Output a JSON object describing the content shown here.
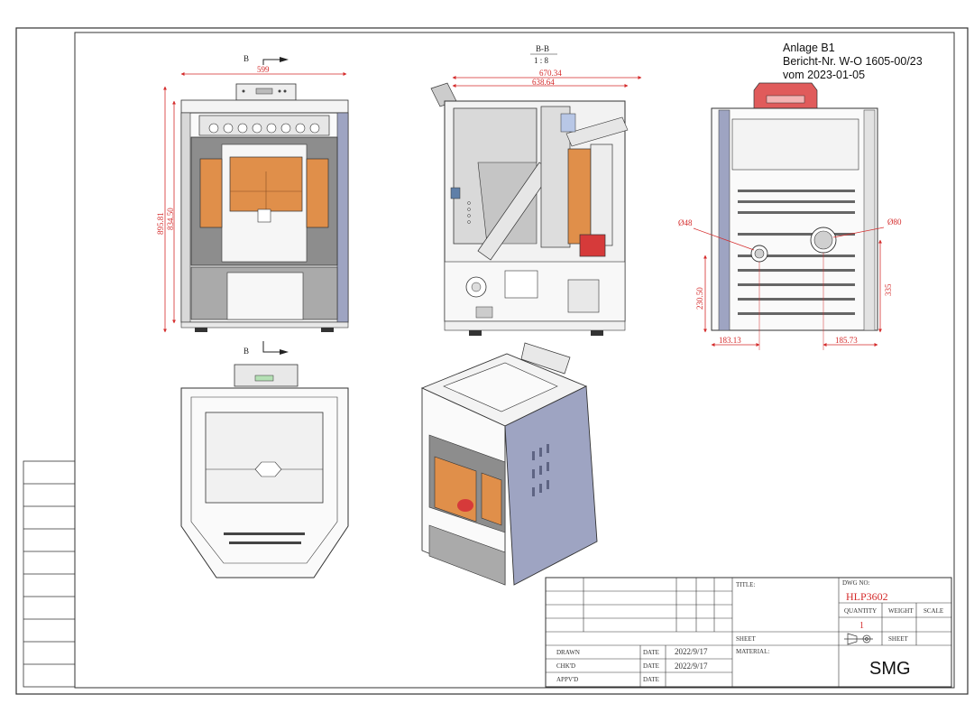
{
  "annex": {
    "line1": "Anlage B1",
    "line2": "Bericht-Nr. W-O 1605-00/23",
    "line3": "vom 2023-01-05"
  },
  "front_view": {
    "section_marker_top": "B",
    "section_marker_bottom": "B",
    "width_dim": "599",
    "height_dim_outer": "895.81",
    "height_dim_inner": "834.50"
  },
  "section_view": {
    "title": "B-B",
    "scale": "1 : 8",
    "dim_outer": "670.34",
    "dim_inner": "638.64"
  },
  "rear_view": {
    "pipe_small": "Ø48",
    "pipe_large": "Ø80",
    "height_left": "230.50",
    "height_right": "335",
    "dist_left": "183.13",
    "dist_right": "185.73"
  },
  "title_block": {
    "title_label": "TITLE:",
    "dwg_no_label": "DWG NO:",
    "dwg_no": "HLP3602",
    "quantity_label": "QUANTITY",
    "weight_label": "WEIGHT",
    "scale_label": "SCALE",
    "quantity": "1",
    "sheet_label": "SHEET",
    "material_label": "MATERIAL:",
    "drawn_label": "DRAWN",
    "chkd_label": "CHK'D",
    "appvd_label": "APPV'D",
    "date_label": "DATE",
    "drawn_date": "2022/9/17",
    "chkd_date": "2022/9/17",
    "company": "SMG"
  },
  "colors": {
    "dimension": "#d42a2a",
    "firebox": "#e08f4a",
    "side_panel": "#9ea4c2",
    "body_gray": "#8d8d8d",
    "ash_red": "#d63a3a"
  }
}
